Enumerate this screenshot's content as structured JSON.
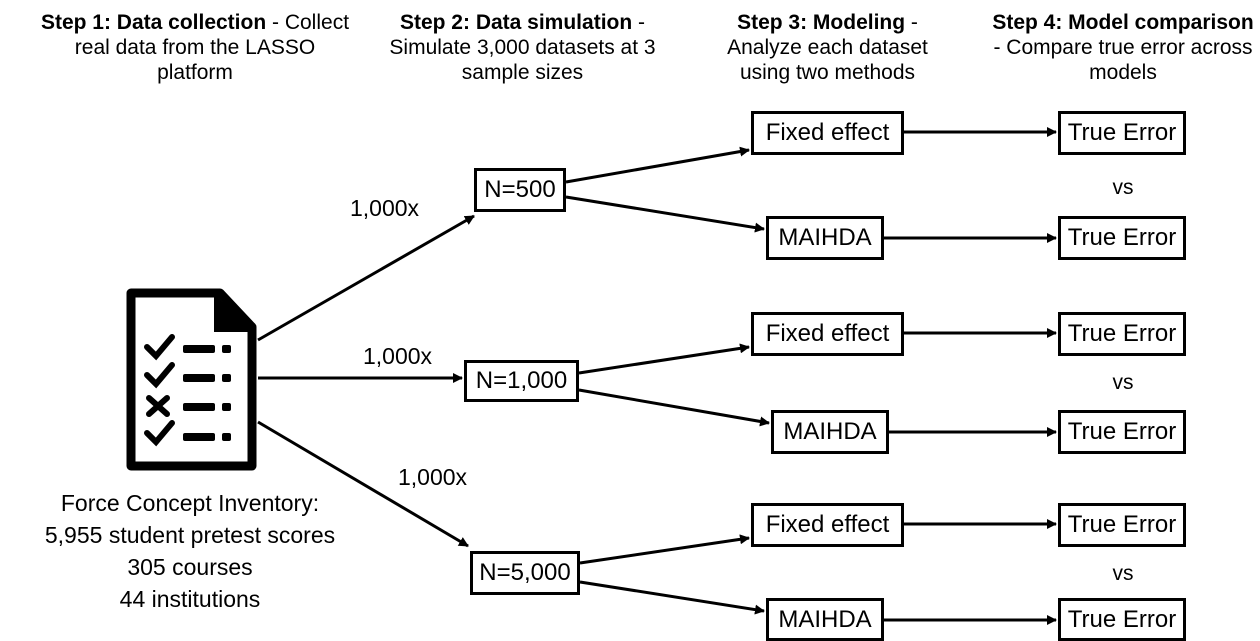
{
  "headers": [
    {
      "bold": "Step 1: Data collection",
      "rest": " - Collect real data from the LASSO platform"
    },
    {
      "bold": "Step 2: Data simulation",
      "rest": " - Simulate 3,000 datasets at 3 sample sizes"
    },
    {
      "bold": "Step 3: Modeling",
      "rest": " - Analyze each dataset using two methods"
    },
    {
      "bold": "Step 4: Model comparison",
      "rest": " - Compare true error across models"
    }
  ],
  "source": {
    "icon": "checklist-document-icon",
    "lines": [
      "Force Concept Inventory:",
      "5,955 student pretest scores",
      "305 courses",
      "44 institutions"
    ]
  },
  "branches": [
    {
      "sample": "N=500",
      "multiplier": "1,000x",
      "method_a": "Fixed effect",
      "method_b": "MAIHDA",
      "error_a": "True Error",
      "error_b": "True Error",
      "vs": "vs"
    },
    {
      "sample": "N=1,000",
      "multiplier": "1,000x",
      "method_a": "Fixed effect",
      "method_b": "MAIHDA",
      "error_a": "True Error",
      "error_b": "True Error",
      "vs": "vs"
    },
    {
      "sample": "N=5,000",
      "multiplier": "1,000x",
      "method_a": "Fixed effect",
      "method_b": "MAIHDA",
      "error_a": "True Error",
      "error_b": "True Error",
      "vs": "vs"
    }
  ]
}
